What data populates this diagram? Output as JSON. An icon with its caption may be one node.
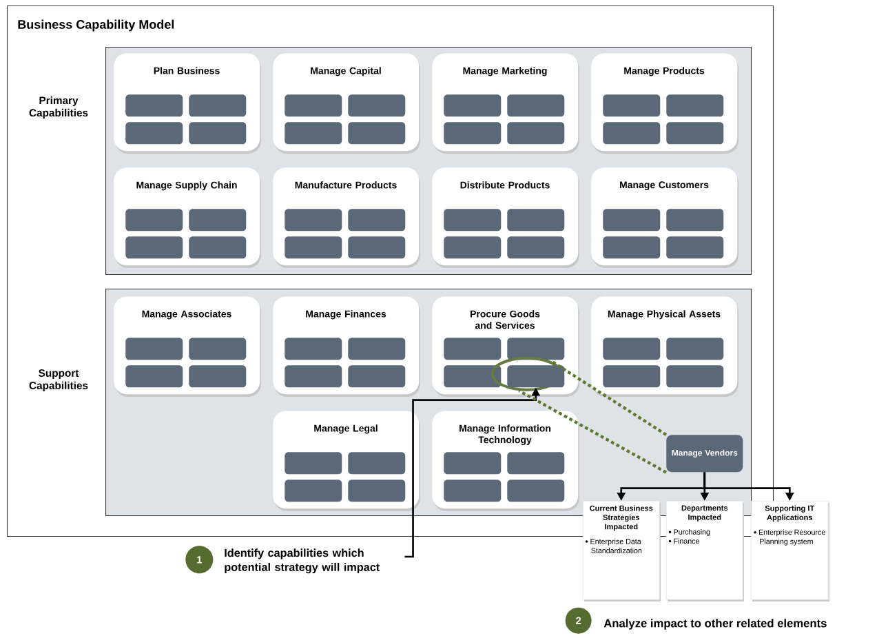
{
  "diagram": {
    "nodes": [
      {
        "text": [
          "Business Capability Model"
        ]
      },
      {
        "text": [
          "Primary Capabilities"
        ],
        "in": 0
      },
      {
        "text": [
          "Plan Business"
        ],
        "in": 1
      },
      {
        "text": [],
        "shape": "box",
        "in": 2
      },
      {
        "text": [],
        "shape": "box",
        "in": 2
      },
      {
        "text": [],
        "shape": "box",
        "in": 2
      },
      {
        "text": [],
        "shape": "box",
        "in": 2
      },
      {
        "text": [
          "Manage Capital"
        ],
        "in": 1
      },
      {
        "text": [],
        "shape": "box",
        "in": 7
      },
      {
        "text": [],
        "shape": "box",
        "in": 7
      },
      {
        "text": [],
        "shape": "box",
        "in": 7
      },
      {
        "text": [],
        "shape": "box",
        "in": 7
      },
      {
        "text": [
          "Manage Marketing"
        ],
        "in": 1
      },
      {
        "text": [],
        "shape": "box",
        "in": 12
      },
      {
        "text": [],
        "shape": "box",
        "in": 12
      },
      {
        "text": [],
        "shape": "box",
        "in": 12
      },
      {
        "text": [],
        "shape": "box",
        "in": 12
      },
      {
        "text": [
          "Manage Products"
        ],
        "in": 1
      },
      {
        "text": [],
        "shape": "box",
        "in": 17
      },
      {
        "text": [],
        "shape": "box",
        "in": 17
      },
      {
        "text": [],
        "shape": "box",
        "in": 17
      },
      {
        "text": [],
        "shape": "box",
        "in": 17
      },
      {
        "text": [
          "Manage Supply Chain"
        ],
        "in": 1
      },
      {
        "text": [],
        "shape": "box",
        "in": 22
      },
      {
        "text": [],
        "shape": "box",
        "in": 22
      },
      {
        "text": [],
        "shape": "box",
        "in": 22
      },
      {
        "text": [],
        "shape": "box",
        "in": 22
      },
      {
        "text": [
          "Manufacture Products"
        ],
        "in": 1
      },
      {
        "text": [],
        "shape": "box",
        "in": 27
      },
      {
        "text": [],
        "shape": "box",
        "in": 27
      },
      {
        "text": [],
        "shape": "box",
        "in": 27
      },
      {
        "text": [],
        "shape": "box",
        "in": 27
      },
      {
        "text": [
          "Distribute Products"
        ],
        "in": 1
      },
      {
        "text": [],
        "shape": "box",
        "in": 32
      },
      {
        "text": [],
        "shape": "box",
        "in": 32
      },
      {
        "text": [],
        "shape": "box",
        "in": 32
      },
      {
        "text": [],
        "shape": "box",
        "in": 32
      },
      {
        "text": [
          "Manage Customers"
        ],
        "in": 1
      },
      {
        "text": [],
        "shape": "box",
        "in": 37
      },
      {
        "text": [],
        "shape": "box",
        "in": 37
      },
      {
        "text": [],
        "shape": "box",
        "in": 37
      },
      {
        "text": [],
        "shape": "box",
        "in": 37
      },
      {
        "text": [
          "Support Capabilities"
        ],
        "in": 0
      },
      {
        "text": [
          "Manage Associates"
        ],
        "in": 42
      },
      {
        "text": [],
        "shape": "box",
        "in": 43
      },
      {
        "text": [],
        "shape": "box",
        "in": 43
      },
      {
        "text": [],
        "shape": "box",
        "in": 43
      },
      {
        "text": [],
        "shape": "box",
        "in": 43
      },
      {
        "text": [
          "Manage Finances"
        ],
        "in": 42
      },
      {
        "text": [],
        "shape": "box",
        "in": 48
      },
      {
        "text": [],
        "shape": "box",
        "in": 48
      },
      {
        "text": [],
        "shape": "box",
        "in": 48
      },
      {
        "text": [],
        "shape": "box",
        "in": 48
      },
      {
        "text": [
          "Procure Goods and Services"
        ],
        "in": 42
      },
      {
        "text": [],
        "shape": "box",
        "in": 53
      },
      {
        "text": [],
        "shape": "box",
        "in": 53
      },
      {
        "text": [],
        "shape": "box",
        "in": 53
      },
      {
        "text": [],
        "shape": "ellipse",
        "in": 53
      },
      {
        "text": [],
        "shape": "box",
        "in": 57
      },
      {
        "text": [
          "Manage Physical Assets"
        ],
        "in": 42
      },
      {
        "text": [],
        "shape": "box",
        "in": 59
      },
      {
        "text": [],
        "shape": "box",
        "in": 59
      },
      {
        "text": [],
        "shape": "box",
        "in": 59
      },
      {
        "text": [],
        "shape": "box",
        "in": 59
      },
      {
        "text": [
          "Manage Legal"
        ],
        "in": 42
      },
      {
        "text": [],
        "shape": "box",
        "in": 64
      },
      {
        "text": [],
        "shape": "box",
        "in": 64
      },
      {
        "text": [],
        "shape": "box",
        "in": 64
      },
      {
        "text": [],
        "shape": "box",
        "in": 64
      },
      {
        "text": [
          "Manage Information Technology"
        ],
        "in": 42
      },
      {
        "text": [],
        "shape": "box",
        "in": 69
      },
      {
        "text": [],
        "shape": "box",
        "in": 69
      },
      {
        "text": [],
        "shape": "box",
        "in": 69
      },
      {
        "text": [],
        "shape": "box",
        "in": 69
      },
      {
        "text": [
          "Manage Vendors"
        ],
        "in": 42
      },
      {
        "text": [
          "Current Business Strategies Impacted",
          "Enterprise Data Standardization"
        ]
      },
      {
        "text": [
          "Departments Impacted",
          "Purchasing",
          "Finance"
        ]
      },
      {
        "text": [
          "Supporting IT Applications",
          "Enterprise Resource Planning system"
        ]
      },
      {
        "text": [
          "1"
        ]
      },
      {
        "text": [
          "Identify capabilities which potential strategy will impact"
        ]
      },
      {
        "text": [
          "2"
        ],
        "beside": [
          "Analyze impact to other related elements"
        ]
      }
    ],
    "edges": [
      {
        "from": 79,
        "to": 58,
        "arrow": "to"
      },
      {
        "from": 74,
        "to": 57,
        "arrow": "none",
        "style": "dashed",
        "color": "#5b7a2e"
      },
      {
        "from": 74,
        "to": 57,
        "arrow": "none",
        "style": "dashed",
        "color": "#5b7a2e"
      },
      {
        "from": 74,
        "to": 75,
        "arrow": "to"
      },
      {
        "from": 74,
        "to": 76,
        "arrow": "to"
      },
      {
        "from": 74,
        "to": 77,
        "arrow": "to"
      }
    ]
  }
}
